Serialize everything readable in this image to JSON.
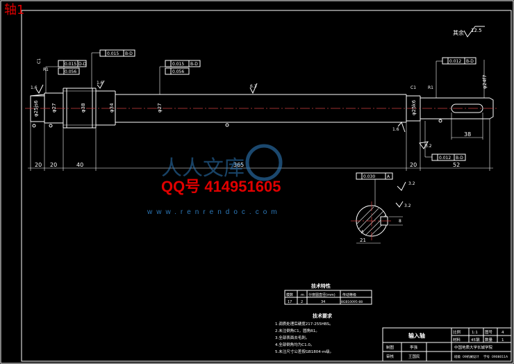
{
  "sheet": {
    "corner_title": "轴1",
    "colors": {
      "border": "#ffffff",
      "accent_red": "#e00000",
      "watermark_blue": "#2d78b8",
      "background": "#000000"
    }
  },
  "notes": {
    "rest": "其余",
    "rest_rough": "12.5"
  },
  "gtol": {
    "g1": "0.015",
    "g1r": "D-D",
    "g2": "0.056",
    "g3": "0.015",
    "g3r": "B-D",
    "g4": "0.015",
    "g4r": "B-D",
    "g5": "0.056",
    "g6": "0.012",
    "g6r": "B-D",
    "g7": "0.012",
    "g7r": "B-D",
    "section": "0.030",
    "section_ref": "A"
  },
  "roughness": {
    "r1": "1.6",
    "r2": "1.6",
    "r3": "6.3",
    "r4": "1.6",
    "r5": "3.2",
    "r6": "3.2",
    "r7": "3.2"
  },
  "chamfers": {
    "c1": "C1",
    "c2": "R1",
    "c3": "C1",
    "c4": "R1"
  },
  "diameters": {
    "d1": "φ25js6",
    "d2": "φ27",
    "d3": "φ38",
    "d4": "φ34",
    "d5": "φ27",
    "d6": "φ25k6",
    "d7": "φ24f7"
  },
  "dims_bottom": {
    "a": "20",
    "b": "20",
    "c": "40",
    "d": "365",
    "e": "20",
    "f": "52"
  },
  "dims_other": {
    "key_len": "38",
    "sec_width": "8",
    "sec_depth": "21"
  },
  "watermark": {
    "qq": "QQ号 414951605",
    "site": "www.renrendoc.com",
    "logo_chars": "人人文库"
  },
  "tech_params": {
    "title": "技术特性",
    "headers": [
      "模数",
      "m",
      "分度圆直径(mm)",
      "传动等级"
    ],
    "row": [
      "17",
      "2",
      "34",
      "8GB10095-88"
    ]
  },
  "tech_req": {
    "title": "技术要求",
    "items": [
      "1.调质处理后硬度217-255HBS。",
      "2.未注倒角C1，圆角R1。",
      "3.全部表面去毛刺。",
      "4.全部倒角均为C1.0。",
      "5.未注尺寸公差按GB1804-m级。"
    ]
  },
  "title_block": {
    "part_name": "输入轴",
    "scale_label": "比例",
    "scale": "1:1",
    "drawing_no_label": "图号",
    "drawing_no": "4",
    "material_label": "材料",
    "material": "45钢",
    "qty_label": "数量",
    "qty": "1",
    "drawn_label": "制图",
    "drawn_by": "李强",
    "check_label": "审核",
    "checker": "王国民",
    "school": "中国地质大学长城学院",
    "class_label": "班级",
    "class": "09机械设计",
    "id_label": "学号",
    "student_id": "0908011A"
  }
}
